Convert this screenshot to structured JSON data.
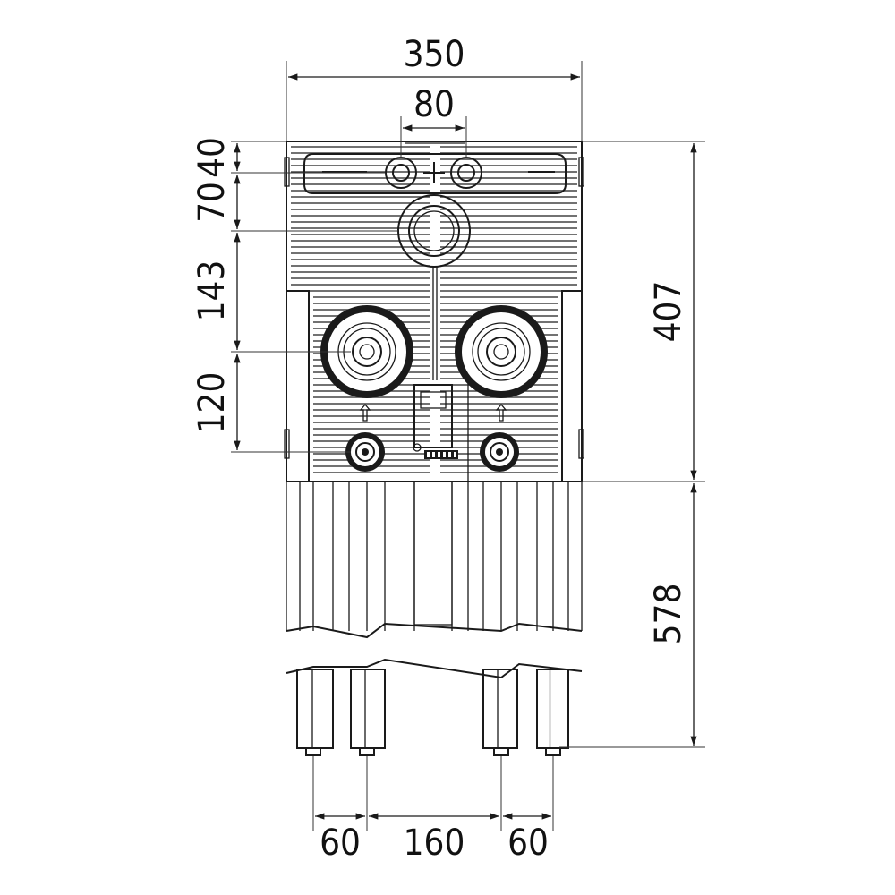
{
  "dimensions": {
    "top_width": "350",
    "top_inner": "80",
    "left_40": "40",
    "left_70": "70",
    "left_143": "143",
    "left_120": "120",
    "right_407": "407",
    "right_578": "578",
    "bottom_60_left": "60",
    "bottom_160": "160",
    "bottom_60_right": "60"
  },
  "colors": {
    "line": "#1a1a1a",
    "background": "#ffffff"
  }
}
